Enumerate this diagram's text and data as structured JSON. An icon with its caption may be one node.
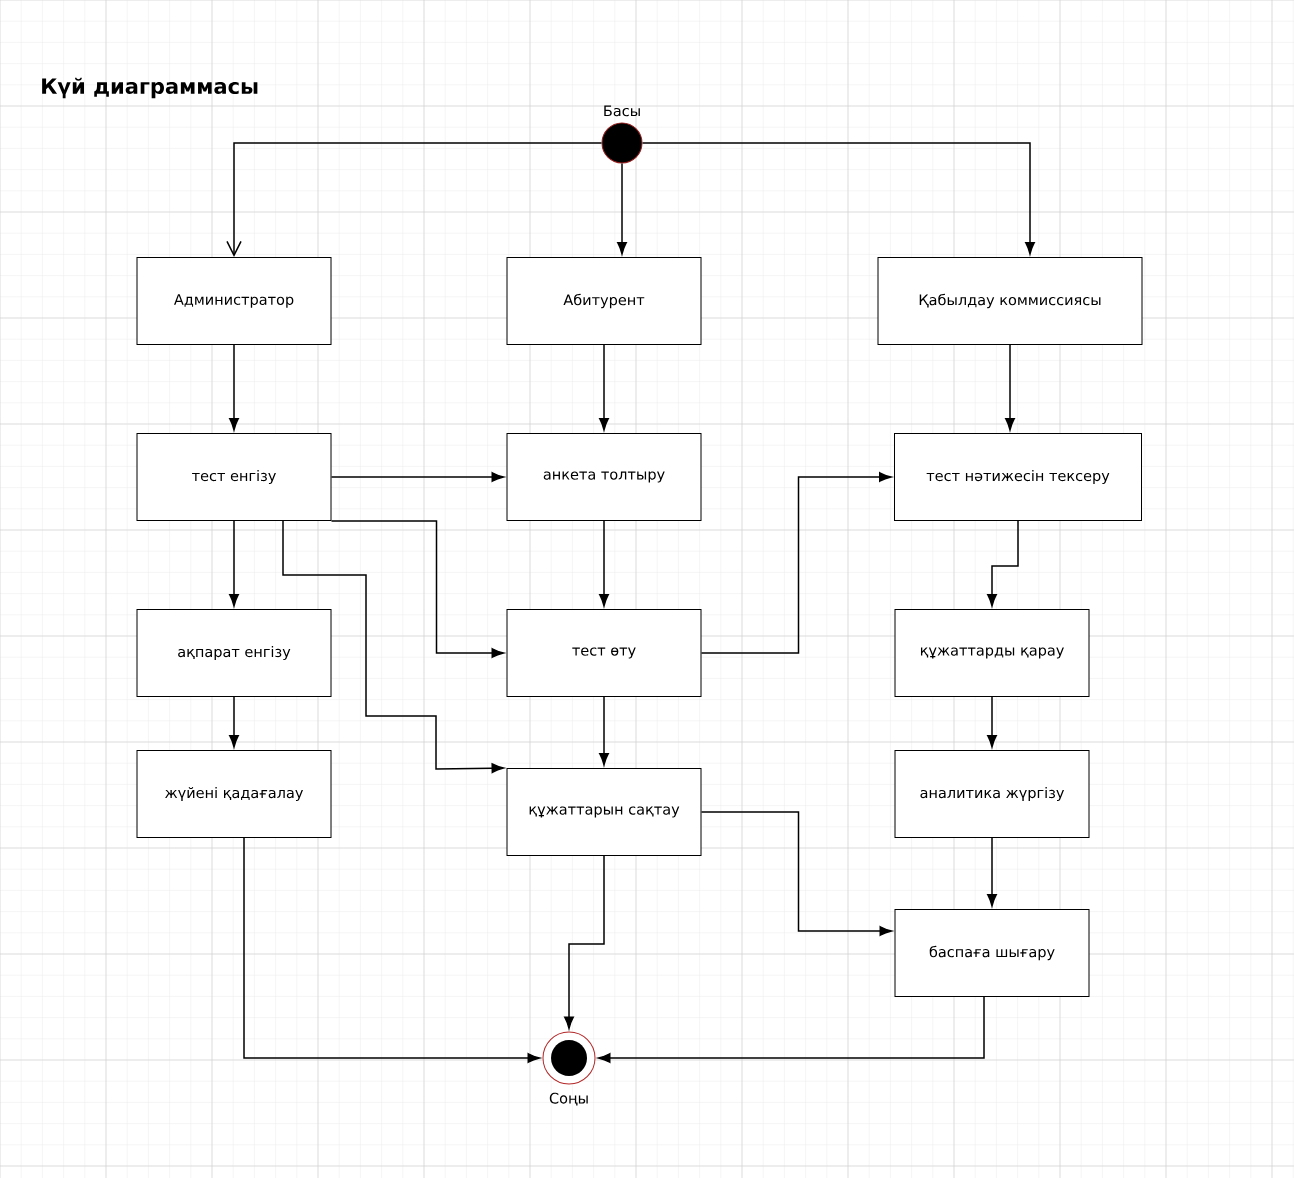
{
  "diagram": {
    "title": "Күй диаграммасы",
    "nodes": [
      {
        "text": [],
        "shape": "circle",
        "beside": [
          "Басы"
        ]
      },
      {
        "text": [
          "Администратор"
        ]
      },
      {
        "text": [
          "Абитурент"
        ]
      },
      {
        "text": [
          "Қабылдау коммиссиясы"
        ]
      },
      {
        "text": [
          "тест енгізу"
        ]
      },
      {
        "text": [
          "анкета толтыру"
        ]
      },
      {
        "text": [
          "тест нәтижесін тексеру"
        ]
      },
      {
        "text": [
          "ақпарат енгізу"
        ]
      },
      {
        "text": [
          "тест өту"
        ]
      },
      {
        "text": [
          "құжаттарды қарау"
        ]
      },
      {
        "text": [
          "жүйені қадағалау"
        ]
      },
      {
        "text": [
          "құжаттарын сақтау"
        ]
      },
      {
        "text": [
          "аналитика жүргізу"
        ]
      },
      {
        "text": [
          "баспаға шығару"
        ]
      },
      {
        "text": [],
        "shape": "circle",
        "beside": [
          "Соңы"
        ]
      }
    ],
    "edges": [
      {
        "from": 0,
        "to": 1,
        "arrow": "to"
      },
      {
        "from": 0,
        "to": 2,
        "arrow": "to"
      },
      {
        "from": 0,
        "to": 3,
        "arrow": "to"
      },
      {
        "from": 1,
        "to": 4,
        "arrow": "to"
      },
      {
        "from": 2,
        "to": 5,
        "arrow": "to"
      },
      {
        "from": 3,
        "to": 6,
        "arrow": "to"
      },
      {
        "from": 4,
        "to": 5,
        "arrow": "to"
      },
      {
        "from": 4,
        "to": 8,
        "arrow": "to"
      },
      {
        "from": 4,
        "to": 11,
        "arrow": "to"
      },
      {
        "from": 4,
        "to": 7,
        "arrow": "to"
      },
      {
        "from": 5,
        "to": 8,
        "arrow": "to"
      },
      {
        "from": 8,
        "to": 11,
        "arrow": "to"
      },
      {
        "from": 8,
        "to": 6,
        "arrow": "to"
      },
      {
        "from": 6,
        "to": 9,
        "arrow": "to"
      },
      {
        "from": 7,
        "to": 10,
        "arrow": "to"
      },
      {
        "from": 9,
        "to": 12,
        "arrow": "to"
      },
      {
        "from": 12,
        "to": 13,
        "arrow": "to"
      },
      {
        "from": 11,
        "to": 13,
        "arrow": "to"
      },
      {
        "from": 11,
        "to": 14,
        "arrow": "to"
      },
      {
        "from": 10,
        "to": 14,
        "arrow": "to"
      },
      {
        "from": 13,
        "to": 14,
        "arrow": "to"
      }
    ]
  }
}
